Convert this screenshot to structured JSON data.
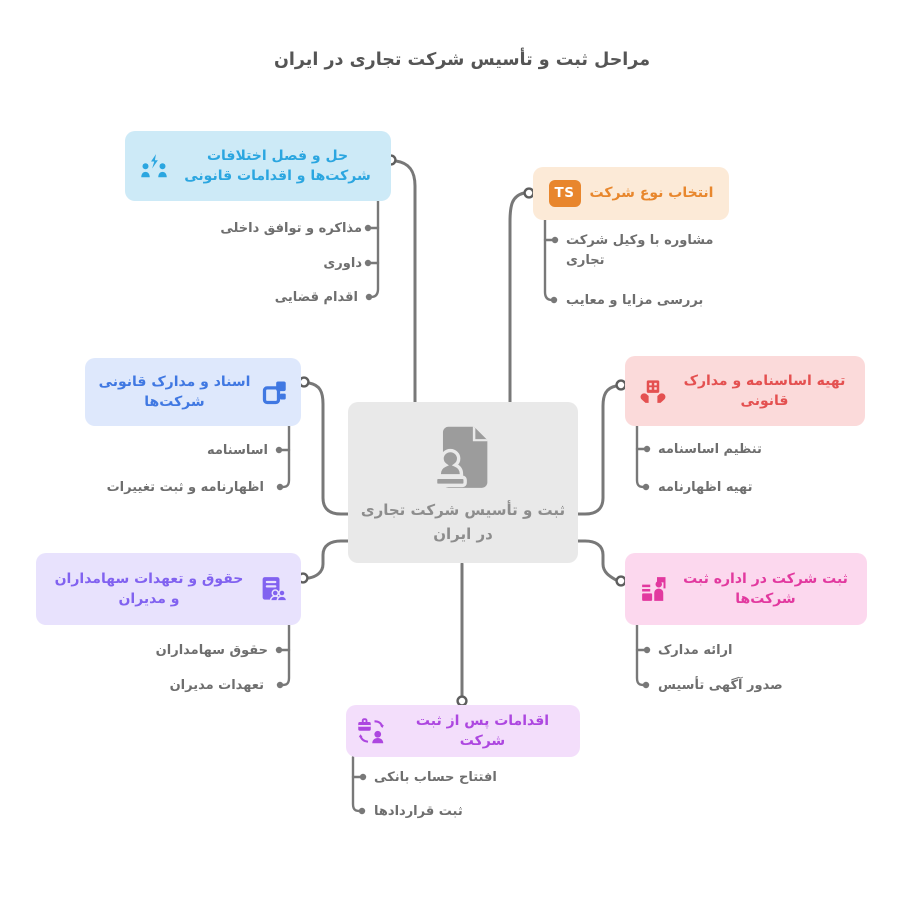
{
  "title": "مراحل ثبت و تأسیس شرکت تجاری در ایران",
  "colors": {
    "wire": "#787878",
    "title_text": "#555555",
    "leaf_text": "#6e6e6e",
    "center_bg": "#e9e9e9",
    "center_fg": "#8d8d8d"
  },
  "center": {
    "icon": "stamped-document-icon",
    "lines": [
      "ثبت و تأسیس شرکت تجاری",
      "در ایران"
    ]
  },
  "branches": [
    {
      "id": "dispute-resolution",
      "label": "حل و فصل اختلافات شرکت‌ها و اقدامات قانونی",
      "icon": "people-conflict-icon",
      "bg": "#cdeaf7",
      "fg": "#2ba6e0",
      "children": [
        "مذاکره و توافق داخلی",
        "داوری",
        "اقدام قضایی"
      ]
    },
    {
      "id": "company-type",
      "label": "انتخاب نوع شرکت",
      "icon": "ts-badge-icon",
      "badge": "TS",
      "bg": "#fcead7",
      "fg": "#e8872d",
      "children": [
        "مشاوره با وکیل شرکت تجاری",
        "بررسی مزایا و معایب"
      ]
    },
    {
      "id": "legal-documents",
      "label": "اسناد و مدارک قانونی شرکت‌ها",
      "icon": "documents-icon",
      "bg": "#dee8fc",
      "fg": "#4078e2",
      "children": [
        "اساسنامه",
        "اظهارنامه و ثبت تغییرات"
      ]
    },
    {
      "id": "charter-preparation",
      "label": "تهیه اساسنامه و مدارک قانونی",
      "icon": "hands-building-icon",
      "bg": "#fbdada",
      "fg": "#e45050",
      "children": [
        "تنظیم اساسنامه",
        "تهیه اظهارنامه"
      ]
    },
    {
      "id": "shareholder-rights",
      "label": "حقوق و تعهدات سهامداران و مدیران",
      "icon": "shareholders-doc-icon",
      "bg": "#e8e2fd",
      "fg": "#8162f0",
      "children": [
        "حقوق سهامداران",
        "تعهدات مدیران"
      ]
    },
    {
      "id": "office-registration",
      "label": "ثبت شرکت در اداره ثبت شرکت‌ها",
      "icon": "registration-desk-icon",
      "bg": "#fcd8ee",
      "fg": "#e2399f",
      "children": [
        "ارائه مدارک",
        "صدور آگهی تأسیس"
      ]
    },
    {
      "id": "post-registration",
      "label": "اقدامات پس از ثبت شرکت",
      "icon": "briefcase-transfer-icon",
      "bg": "#f3defb",
      "fg": "#ad47e0",
      "children": [
        "افتتاح حساب بانکی",
        "ثبت قراردادها"
      ]
    }
  ]
}
